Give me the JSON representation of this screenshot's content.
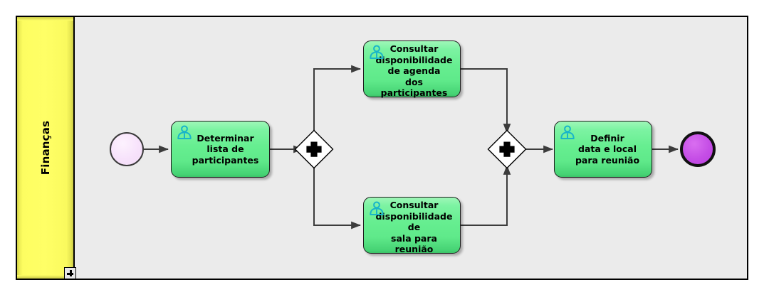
{
  "diagram": {
    "type": "bpmn-process",
    "pool": {
      "lane_label": "Finanças",
      "lane_header_color": "#ffff66",
      "lane_body_color": "#ebebeb",
      "border_color": "#000000",
      "collapse_marker": "+"
    },
    "colors": {
      "task_fill": "#66ee90",
      "task_border": "#1d1d1d",
      "task_icon": "#19b5c9",
      "start_event_fill": "#f7e2fb",
      "start_event_border": "#3a3a3a",
      "end_event_fill": "#c54ee6",
      "end_event_border": "#111111",
      "gateway_fill": "#ffffff",
      "gateway_border": "#000000",
      "gateway_symbol": "#000000",
      "connector": "#3c3c3c"
    },
    "events": [
      {
        "id": "start",
        "name": "start-event",
        "kind": "start",
        "label": ""
      },
      {
        "id": "end",
        "name": "end-event",
        "kind": "end",
        "label": ""
      }
    ],
    "gateways": [
      {
        "id": "gw-split",
        "name": "parallel-gateway-split",
        "kind": "parallel",
        "symbol": "+"
      },
      {
        "id": "gw-join",
        "name": "parallel-gateway-join",
        "kind": "parallel",
        "symbol": "+"
      }
    ],
    "tasks": [
      {
        "id": "task-1",
        "name": "task-determinar-lista-participantes",
        "label": "Determinar\nlista de\nparticipantes",
        "icon": "user-task-icon"
      },
      {
        "id": "task-2",
        "name": "task-consultar-agenda-participantes",
        "label": "Consultar\ndisponibilidade\nde agenda\ndos participantes",
        "icon": "user-task-icon"
      },
      {
        "id": "task-3",
        "name": "task-consultar-sala-reuniao",
        "label": "Consultar\ndisponibilidade\nde\nsala para reunião",
        "icon": "user-task-icon"
      },
      {
        "id": "task-4",
        "name": "task-definir-data-local",
        "label": "Definir\ndata e local\npara reunião",
        "icon": "user-task-icon"
      }
    ],
    "flows": [
      {
        "from": "start",
        "to": "task-1",
        "label": ""
      },
      {
        "from": "task-1",
        "to": "gw-split",
        "label": ""
      },
      {
        "from": "gw-split",
        "to": "task-2",
        "label": ""
      },
      {
        "from": "gw-split",
        "to": "task-3",
        "label": ""
      },
      {
        "from": "task-2",
        "to": "gw-join",
        "label": ""
      },
      {
        "from": "task-3",
        "to": "gw-join",
        "label": ""
      },
      {
        "from": "gw-join",
        "to": "task-4",
        "label": ""
      },
      {
        "from": "task-4",
        "to": "end",
        "label": ""
      }
    ]
  }
}
